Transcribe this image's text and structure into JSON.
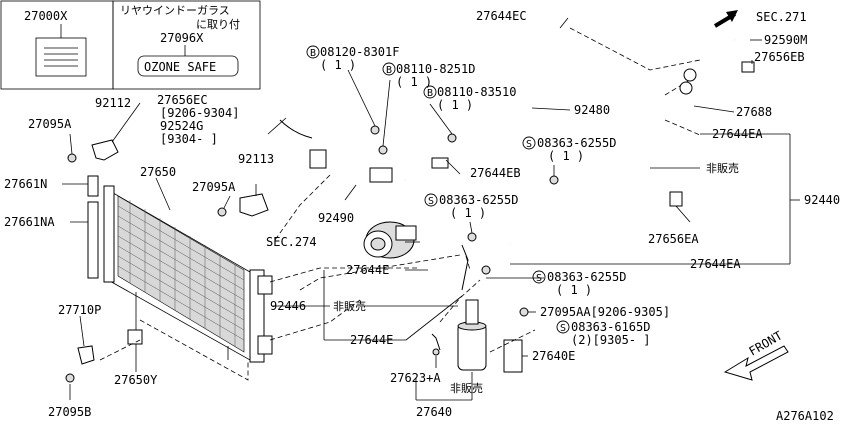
{
  "legend_boxes": {
    "left_part": "27000X",
    "right_note_line1": "リヤウインドーガラス",
    "right_note_line2": "に取り付",
    "right_part": "27096X",
    "ozone_label": "OZONE SAFE"
  },
  "labels": {
    "p92112": "92112",
    "p27095A_left": "27095A",
    "p27661N": "27661N",
    "p27661NA": "27661NA",
    "p27650": "27650",
    "p27095A_mid": "27095A",
    "p92113": "92113",
    "p27656EC": "27656EC",
    "p9206_9304": "[9206-9304]",
    "p92524G": "92524G",
    "p9304": "[9304-     ]",
    "bolt1": "08120-8301F",
    "bolt1_qty": "( 1 )",
    "bolt2": "08110-8251D",
    "bolt2_qty": "( 1 )",
    "bolt3": "08110-83510",
    "bolt3_qty": "( 1 )",
    "p27644EC": "27644EC",
    "sec271": "SEC.271",
    "p92590M": "92590M",
    "p27656EB": "27656EB",
    "p27688": "27688",
    "p92480": "92480",
    "p27644EA_top": "27644EA",
    "screw1": "08363-6255D",
    "screw1_qty": "( 1 )",
    "p27644EB": "27644EB",
    "hihanbai_top": "非販売",
    "p92440": "92440",
    "screw2": "08363-6255D",
    "screw2_qty": "( 1 )",
    "p92490": "92490",
    "sec274": "SEC.274",
    "p27656EA": "27656EA",
    "p27644E_top": "27644E",
    "p27644EA_bot": "27644EA",
    "screw3": "08363-6255D",
    "screw3_qty": "( 1 )",
    "p92446": "92446",
    "hihanbai_mid": "非販売",
    "p27095AA": "27095AA[9206-9305]",
    "screw4": "08363-6165D",
    "screw4_qty": "(2)[9305-     ]",
    "p27710P": "27710P",
    "p27644E_bot": "27644E",
    "p27650Y": "27650Y",
    "p27640E": "27640E",
    "p27623A": "27623+A",
    "hihanbai_bot": "非販売",
    "p27095B": "27095B",
    "p27640": "27640",
    "front": "FRONT",
    "diagram_id": "A276A102",
    "s_mark": "S",
    "b_mark": "B"
  }
}
